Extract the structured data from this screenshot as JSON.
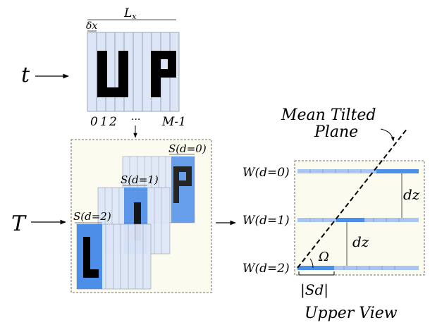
{
  "labels": {
    "lx": "L",
    "lx_sub": "x",
    "dx": "δx",
    "t": "t",
    "T": "T",
    "ticks": [
      "0",
      "1",
      "2",
      "...",
      "M-1"
    ],
    "s_d0": "S(d=0)",
    "s_d1": "S(d=1)",
    "s_d2": "S(d=2)",
    "mean_tilted": "Mean  Tilted",
    "plane": "Plane",
    "w_d0": "W(d=0)",
    "w_d1": "W(d=1)",
    "w_d2": "W(d=2)",
    "dz_top": "dz",
    "dz_bottom": "dz",
    "omega": "Ω",
    "sd": "|Sd|",
    "upper_view": "Upper  View"
  },
  "colors": {
    "strip_fill": "#dde6f7",
    "strip_blue": "#4d8ee8",
    "strip_light": "#a9c6f2",
    "panel_bg": "#fbfbef",
    "pixel_black": "#000000"
  }
}
